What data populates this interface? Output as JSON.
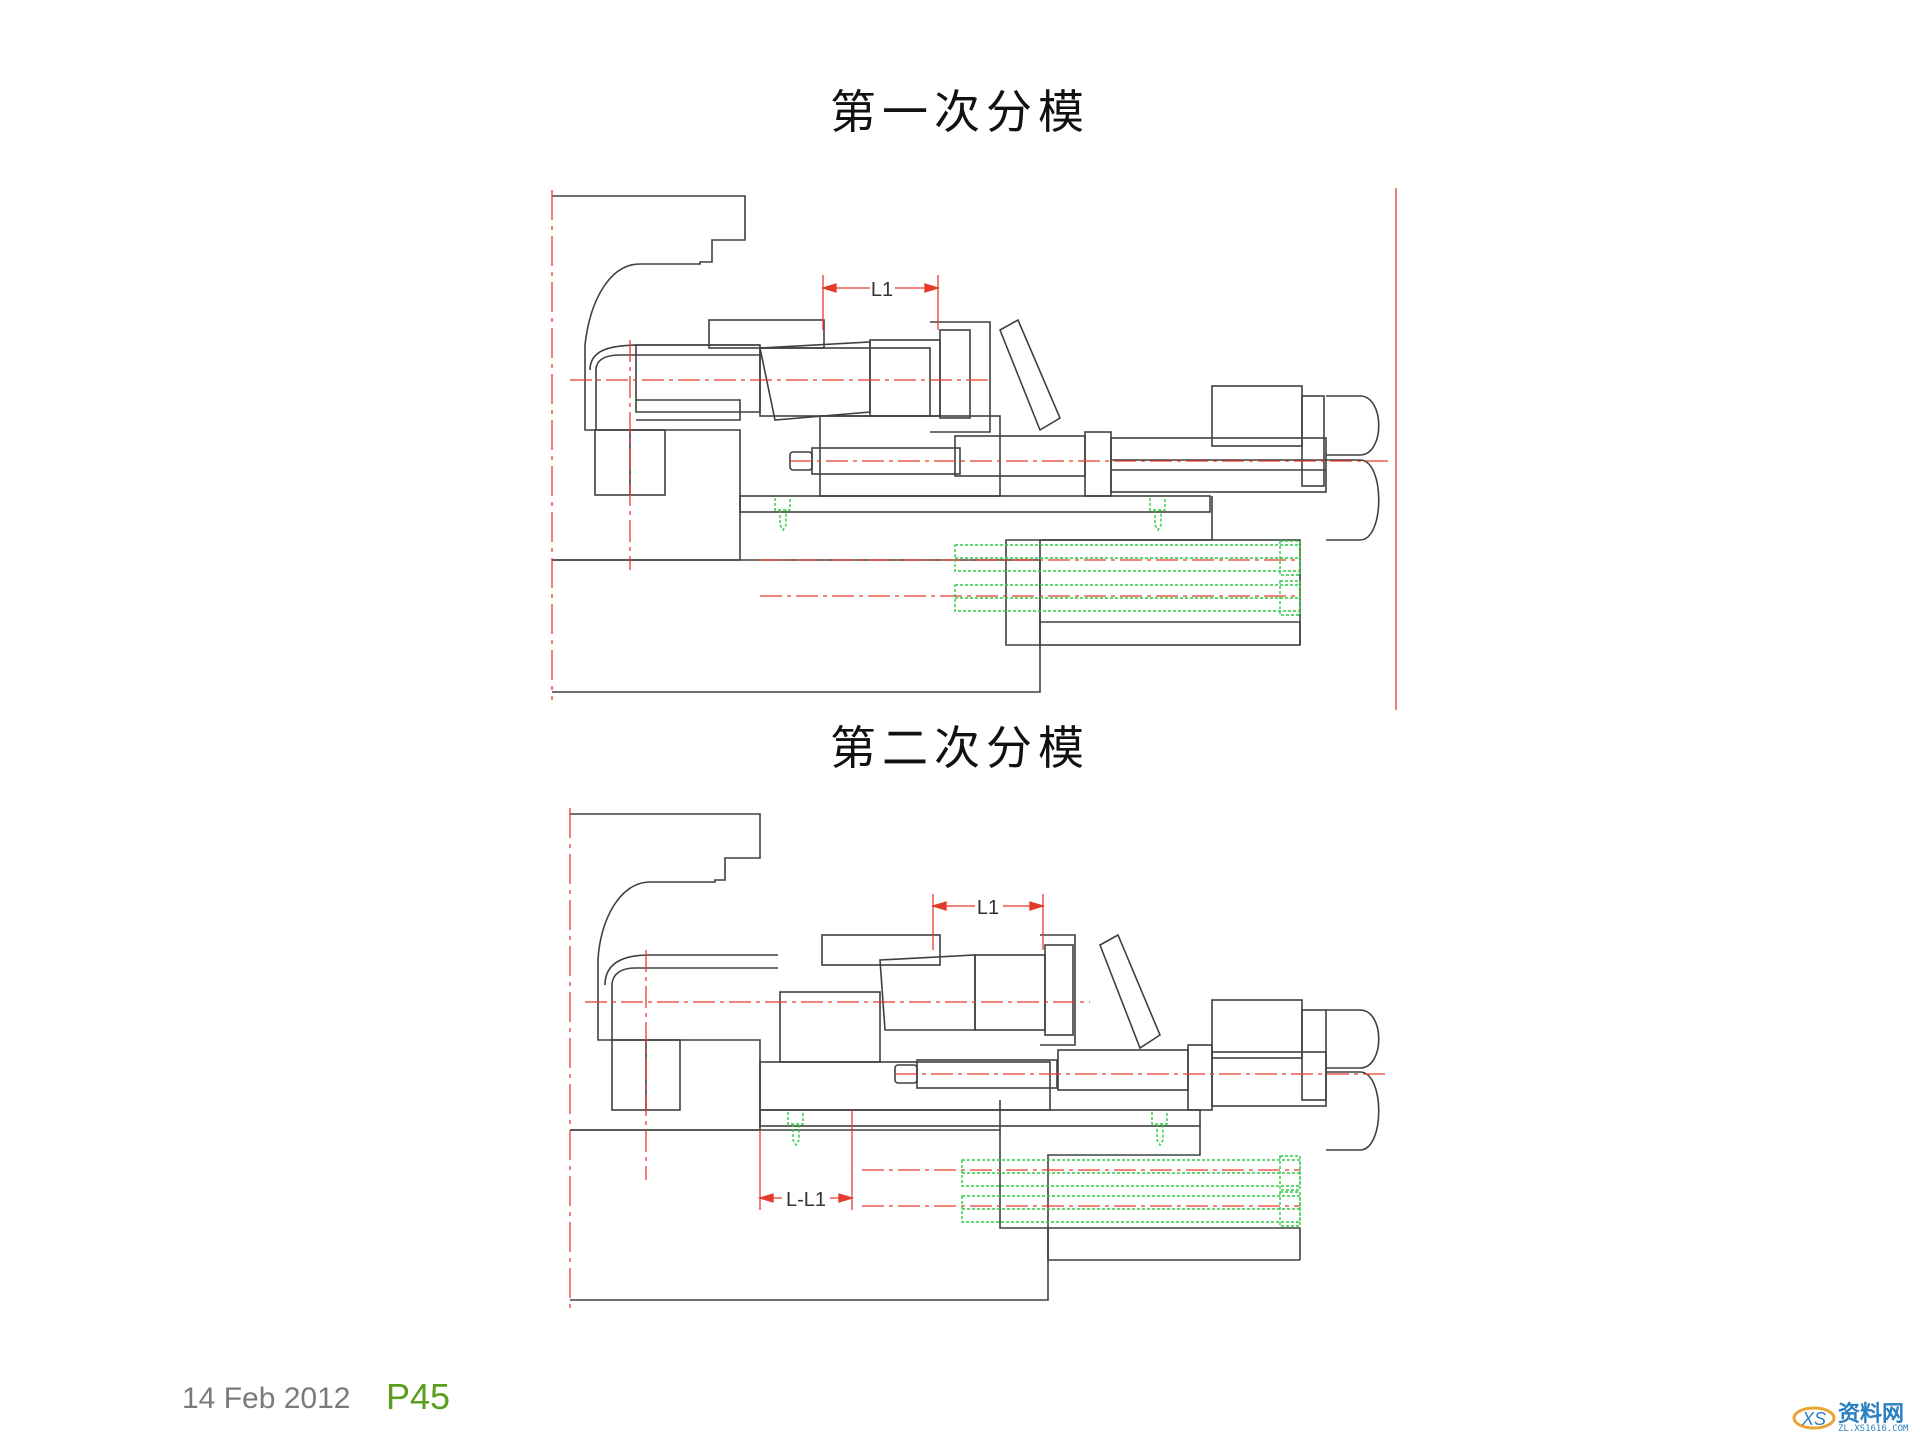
{
  "titles": {
    "first": "第一次分模",
    "second": "第二次分模"
  },
  "diagram1": {
    "dimension_label": "L1"
  },
  "diagram2": {
    "dimension_label_top": "L1",
    "dimension_label_bottom": "L-L1"
  },
  "footer": {
    "date": "14 Feb 2012",
    "page": "P45"
  },
  "watermark": {
    "brand": "资料网",
    "url": "ZL.XS1616.COM"
  },
  "colors": {
    "outline": "#404040",
    "centerline": "#e53b2c",
    "screw": "#2ecc40",
    "footer_page": "#5a9e1e"
  }
}
